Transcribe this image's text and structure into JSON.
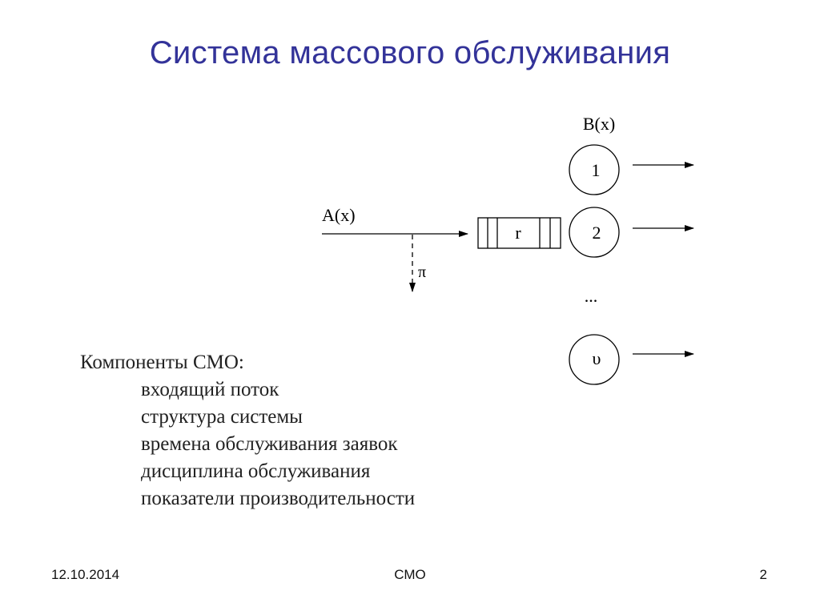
{
  "title": "Система массового обслуживания",
  "diagram": {
    "arrival_label": "A(x)",
    "loss_label": "π",
    "queue_label": "r",
    "service_label": "B(x)",
    "servers": [
      "1",
      "2",
      "υ"
    ],
    "ellipsis": "..."
  },
  "components": {
    "heading": "Компоненты СМО:",
    "items": [
      "входящий поток",
      "структура системы",
      "времена обслуживания заявок",
      "дисциплина обслуживания",
      "показатели производительности"
    ]
  },
  "footer": {
    "date": "12.10.2014",
    "center": "СМО",
    "page": "2"
  }
}
